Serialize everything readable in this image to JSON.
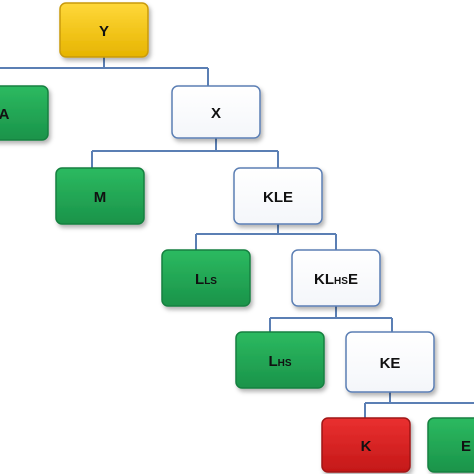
{
  "nodes": {
    "y": {
      "label": "Y",
      "color": "#f2c416",
      "border": "#c99a08"
    },
    "a": {
      "label": "A",
      "color": "#22a555",
      "border": "#178040"
    },
    "x": {
      "label": "X",
      "color": "#ffffff",
      "border": "#5b7fb4"
    },
    "m": {
      "label": "M",
      "color": "#22a555",
      "border": "#178040"
    },
    "kle": {
      "label": "KLE",
      "color": "#ffffff",
      "border": "#5b7fb4"
    },
    "lls": {
      "label_main": "L",
      "label_sub": "LS",
      "color": "#22a555",
      "border": "#178040"
    },
    "klhse": {
      "label_main": "KL",
      "label_sub": "HS",
      "label_tail": "E",
      "color": "#ffffff",
      "border": "#5b7fb4"
    },
    "lhs": {
      "label_main": "L",
      "label_sub": "HS",
      "color": "#22a555",
      "border": "#178040"
    },
    "ke": {
      "label": "KE",
      "color": "#ffffff",
      "border": "#5b7fb4"
    },
    "k": {
      "label": "K",
      "color": "#d92424",
      "border": "#a01515"
    },
    "e": {
      "label": "E",
      "color": "#22a555",
      "border": "#178040"
    }
  },
  "connector_color": "#5b7fb4"
}
